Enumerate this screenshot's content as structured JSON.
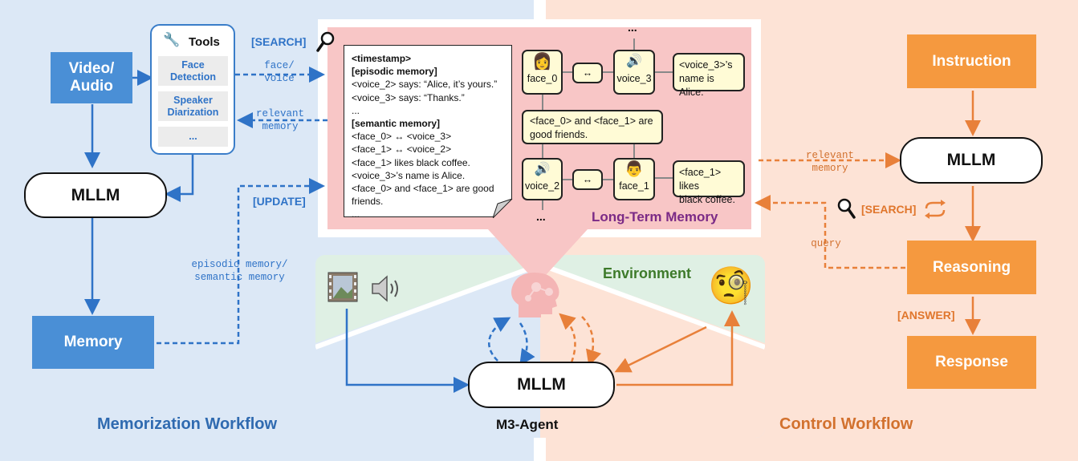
{
  "memorization": {
    "title": "Memorization Workflow",
    "video_audio": "Video/\nAudio",
    "tools": {
      "title": "Tools",
      "items": [
        "Face\nDetection",
        "Speaker\nDiarization",
        "..."
      ]
    },
    "mllm": "MLLM",
    "memory": "Memory",
    "search_tag": "[SEARCH]",
    "update_tag": "[UPDATE]",
    "face_voice": "face/\nvoice",
    "relevant_memory": "relevant\nmemory",
    "episodic_semantic": "episodic memory/\nsemantic memory"
  },
  "memory_doc": {
    "lines": [
      {
        "text": "<timestamp>",
        "bold": true
      },
      {
        "text": "[episodic memory]",
        "bold": true
      },
      {
        "text": "<voice_2> says: “Alice, it’s yours.”",
        "bold": false
      },
      {
        "text": "<voice_3> says: “Thanks.”",
        "bold": false
      },
      {
        "text": "...",
        "bold": false
      },
      {
        "text": "[semantic memory]",
        "bold": true
      },
      {
        "text": "<face_0> ↔ <voice_3>",
        "bold": false
      },
      {
        "text": "<face_1> ↔ <voice_2>",
        "bold": false
      },
      {
        "text": "<face_1> likes black coffee.",
        "bold": false
      },
      {
        "text": "<voice_3>’s name is Alice.",
        "bold": false
      },
      {
        "text": "<face_0> and <face_1> are good",
        "bold": false
      },
      {
        "text": "friends.",
        "bold": false
      },
      {
        "text": "...",
        "bold": false
      }
    ]
  },
  "graph": {
    "title": "Long-Term Memory",
    "face_0": "face_0",
    "voice_3": "voice_3",
    "voice_2": "voice_2",
    "face_1": "face_1",
    "arrow": "↔",
    "note_alice": "<voice_3>’s\nname is Alice.",
    "note_friends": "<face_0> and <face_1> are\ngood friends.",
    "note_coffee": "<face_1> likes\nblack coffee.",
    "dots": "..."
  },
  "agent": {
    "environment": "Environment",
    "mllm": "MLLM",
    "name": "M3-Agent"
  },
  "control": {
    "title": "Control Workflow",
    "instruction": "Instruction",
    "mllm": "MLLM",
    "reasoning": "Reasoning",
    "response": "Response",
    "search_tag": "[SEARCH]",
    "answer_tag": "[ANSWER]",
    "relevant_memory": "relevant\nmemory",
    "query": "query"
  },
  "colors": {
    "blue_bg": "#dce8f6",
    "orange_bg": "#fde3d6",
    "blue": "#2f73c7",
    "orange": "#e8803a",
    "pink": "#f8c6c6",
    "purple": "#7b2a86",
    "green": "#3d7a2a"
  }
}
